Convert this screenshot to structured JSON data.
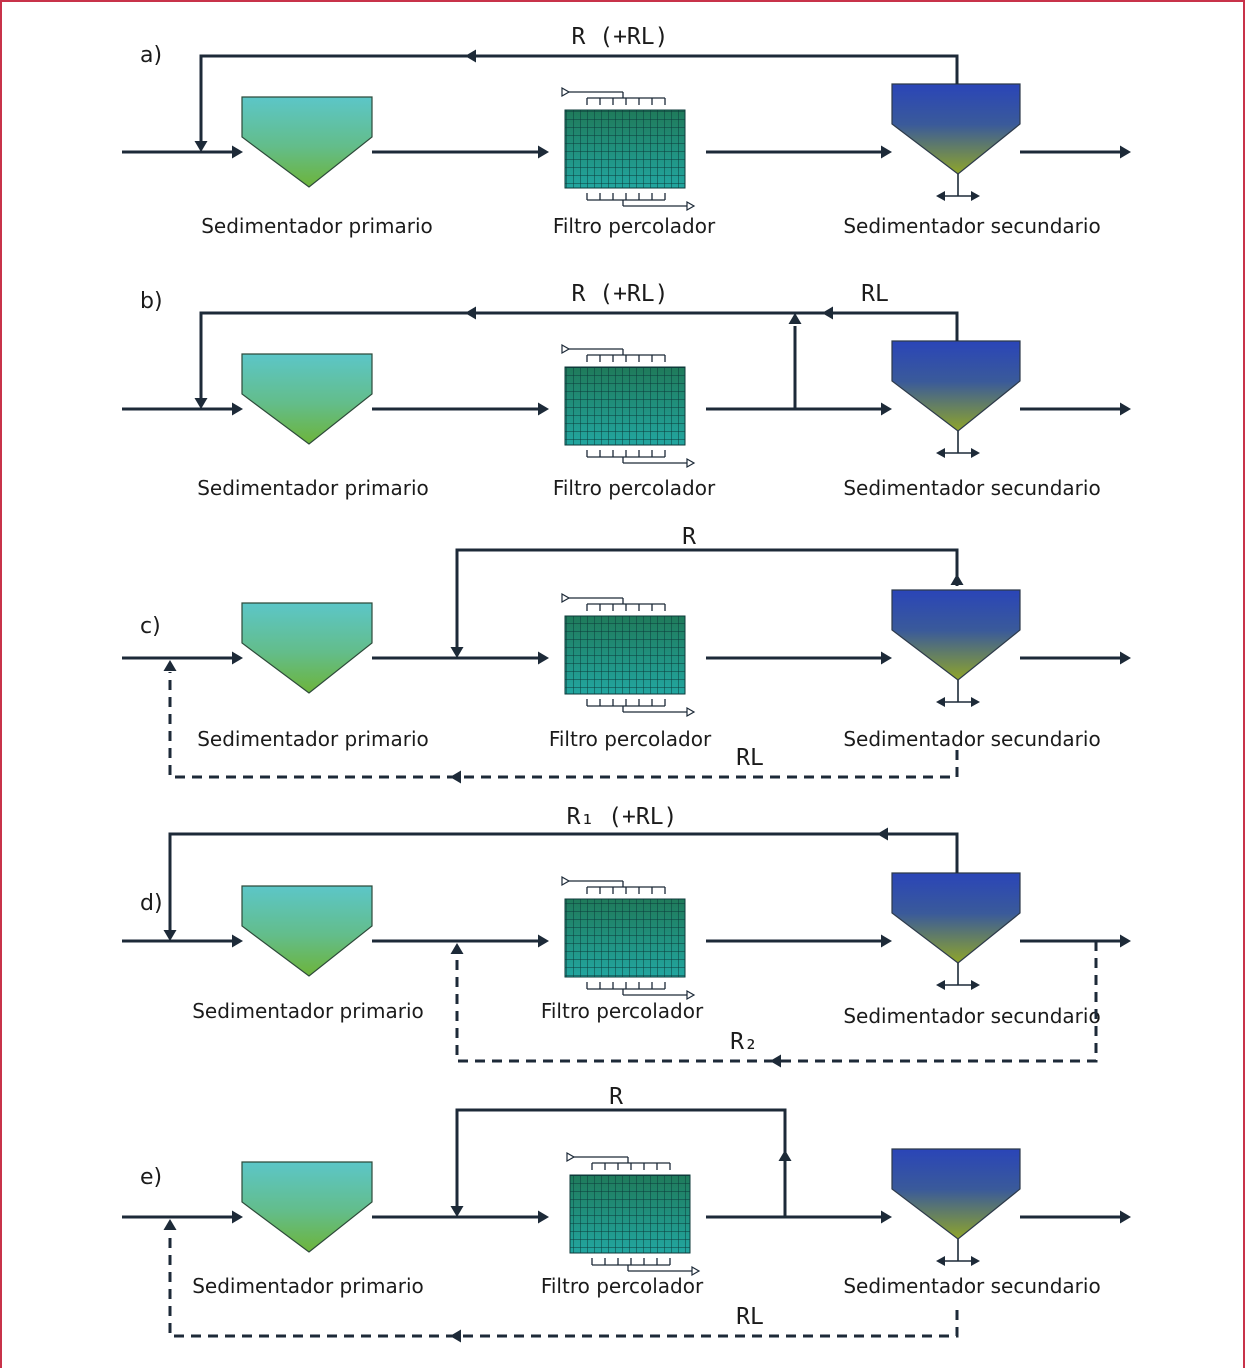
{
  "colors": {
    "frame_border": "#c8324a",
    "line": "#1d2a38",
    "primary_top": "#5cc6c8",
    "primary_bottom": "#6db43a",
    "filter_fill": "#1f9a86",
    "filter_grid": "#0c3a3a",
    "secondary_top": "#2a45b8",
    "secondary_bottom": "#8fa52a"
  },
  "icons": {
    "primary": "primary-sedimentation-tank-icon",
    "filter": "trickling-filter-icon",
    "secondary": "secondary-sedimentation-tank-icon",
    "arrow": "arrow-head-icon"
  },
  "labels": {
    "primary": "Sedimentador primario",
    "filter": "Filtro percolador",
    "secondary": "Sedimentador secundario"
  },
  "diagrams": [
    {
      "letter": "a)",
      "flows": [
        "R (+RL)"
      ]
    },
    {
      "letter": "b)",
      "flows": [
        "R (+RL)",
        "RL"
      ]
    },
    {
      "letter": "c)",
      "flows": [
        "R",
        "RL"
      ]
    },
    {
      "letter": "d)",
      "flows": [
        "R₁ (+RL)",
        "R₂"
      ]
    },
    {
      "letter": "e)",
      "flows": [
        "R",
        "RL"
      ]
    }
  ]
}
